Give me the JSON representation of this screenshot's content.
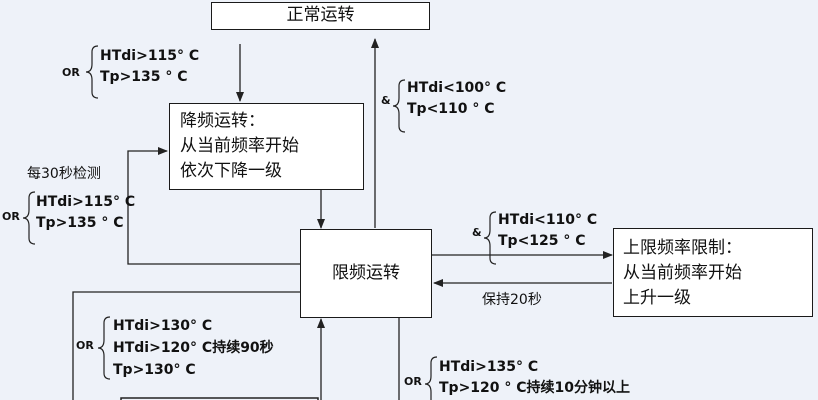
{
  "nodes": {
    "normal": "正常运转",
    "reduce": [
      "降频运转：",
      "从当前频率开始",
      "依次下降一级"
    ],
    "limit": "限频运转",
    "cap": [
      "上限频率限制：",
      "从当前频率开始",
      "上升一级"
    ]
  },
  "conditions": {
    "c1": {
      "op": "OR",
      "lines": [
        "HTdi>115° C",
        "Tp>135 ° C"
      ]
    },
    "c2": {
      "op": "&",
      "lines": [
        "HTdi<100° C",
        "Tp<110 ° C"
      ]
    },
    "c3": {
      "op": "OR",
      "lines": [
        "HTdi>115° C",
        "Tp>135 ° C"
      ]
    },
    "c4": {
      "op": "&",
      "lines": [
        "HTdi<110° C",
        "Tp<125 ° C"
      ]
    },
    "c5": {
      "op": "OR",
      "lines": [
        "HTdi>130° C",
        "HTdi>120° C持续90秒",
        "Tp>130° C"
      ]
    },
    "c6": {
      "op": "OR",
      "lines": [
        "HTdi>135° C",
        "Tp>120 ° C持续10分钟以上"
      ]
    }
  },
  "notes": {
    "every30s": "每30秒检测",
    "hold20s": "保持20秒"
  }
}
